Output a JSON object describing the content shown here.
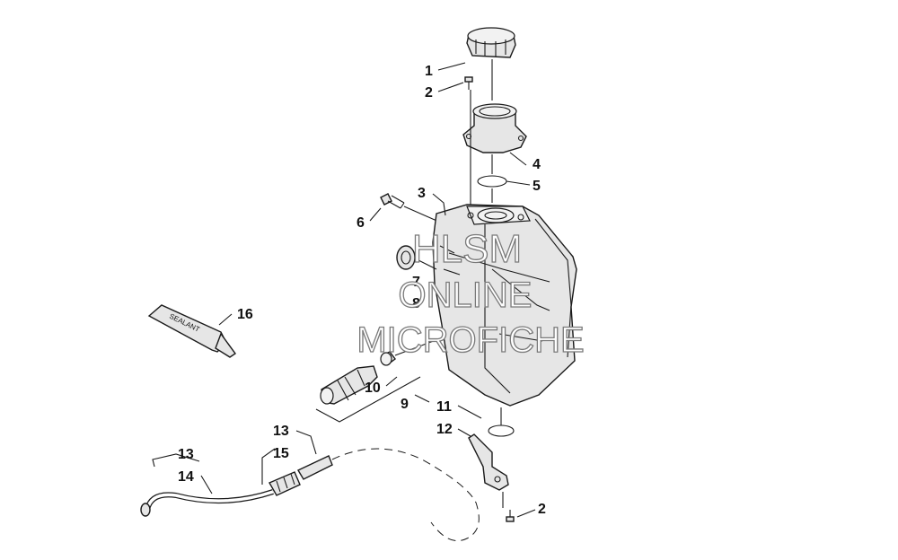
{
  "callouts": {
    "c1": "1",
    "c2a": "2",
    "c2b": "2",
    "c3": "3",
    "c4": "4",
    "c5": "5",
    "c6": "6",
    "c7": "7",
    "c8": "8",
    "c9": "9",
    "c10": "10",
    "c11": "11",
    "c12": "12",
    "c13a": "13",
    "c13b": "13",
    "c14": "14",
    "c15": "15",
    "c16": "16"
  },
  "tube_text": "SEALANT",
  "watermark": {
    "line1": "HLSM",
    "line2": "ONLINE",
    "line3": "MICROFICHE"
  },
  "colors": {
    "ink": "#1a1a1a",
    "part_fill": "#e6e6e6",
    "watermark_stroke": "#7a7a7a"
  }
}
